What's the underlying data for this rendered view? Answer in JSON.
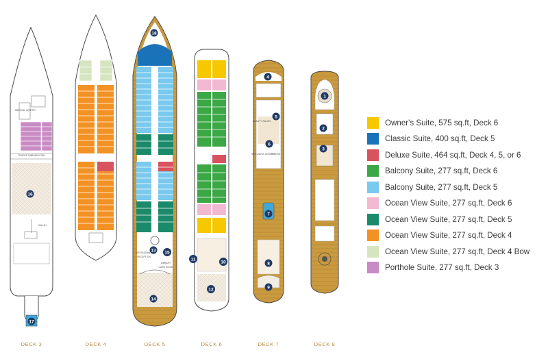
{
  "decks": [
    {
      "id": "deck3",
      "label": "DECK 3"
    },
    {
      "id": "deck4",
      "label": "DECK 4"
    },
    {
      "id": "deck5",
      "label": "DECK 5"
    },
    {
      "id": "deck6",
      "label": "DECK 6"
    },
    {
      "id": "deck7",
      "label": "DECK 7"
    },
    {
      "id": "deck8",
      "label": "DECK 8"
    }
  ],
  "legend": [
    {
      "label": "Owner's Suite, 575 sq.ft, Deck 6",
      "color": "#f6c800"
    },
    {
      "label": "Classic Suite, 400 sq.ft, Deck 5",
      "color": "#1a73b8"
    },
    {
      "label": "Deluxe Suite, 464 sq.ft, Deck 4, 5, or 6",
      "color": "#d9535f"
    },
    {
      "label": "Balcony Suite, 277 sq.ft, Deck 6",
      "color": "#3ca845"
    },
    {
      "label": "Balcony Suite, 277 sq.ft, Deck 5",
      "color": "#7ac9ee"
    },
    {
      "label": "Ocean View Suite, 277 sq.ft, Deck 6",
      "color": "#f3b8d2"
    },
    {
      "label": "Ocean View Suite, 277 sq.ft, Deck 5",
      "color": "#1b8a6b"
    },
    {
      "label": "Ocean View Suite, 277 sq.ft, Deck 4",
      "color": "#f39224"
    },
    {
      "label": "Ocean View Suite, 277 sq.ft, Deck 4 Bow",
      "color": "#d6e4bf"
    },
    {
      "label": "Porthole Suite, 277 sq.ft, Deck 3",
      "color": "#c98bc4"
    }
  ],
  "markers": {
    "m1": "1",
    "m2": "2",
    "m3": "3",
    "m4": "4",
    "m5": "5",
    "m6": "6",
    "m7": "7",
    "m8": "8",
    "m9": "9",
    "m10": "10",
    "m11": "11",
    "m12": "12",
    "m13": "13",
    "m14": "14",
    "m15": "15",
    "m16": "16",
    "m17": "17",
    "m18": "18"
  },
  "room_labels": {
    "tender_embarkation": "TENDER EMBARKATION",
    "galley": "GALLEY",
    "medical_center": "MEDICAL CENTER",
    "restaurant": "RESTAURANT",
    "reception": "RECEPTION",
    "library": "LIBRARY",
    "card_room": "CARD ROOM",
    "beauty_salon": "BEAUTY SALON",
    "wellness_center": "WELLNESS CENTER",
    "fitness": "FITNESS"
  },
  "colors": {
    "hull_stroke": "#4a4a4a",
    "wood": "#c99a3e",
    "wood_light": "#e4c98a",
    "marker": "#1f3a64",
    "pool": "#3fa9dc",
    "deck_label": "#b48a3c"
  }
}
